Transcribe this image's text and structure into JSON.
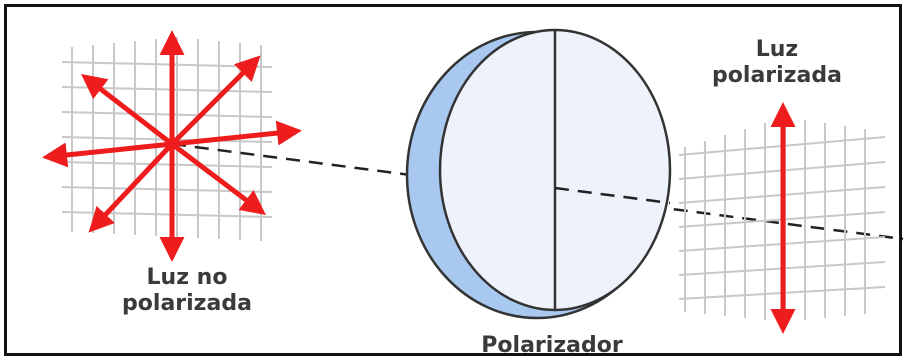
{
  "labels": {
    "unpolarized_line1": "Luz no",
    "unpolarized_line2": "polarizada",
    "polarized_line1": "Luz",
    "polarized_line2": "polarizada",
    "polarizer": "Polarizador"
  },
  "colors": {
    "arrow": "#ee1c1c",
    "grid": "#c8c8c8",
    "disk_face": "#eef3fb",
    "disk_rim": "#a9c8f0",
    "outline": "#333333",
    "text": "#3a3a3a"
  }
}
